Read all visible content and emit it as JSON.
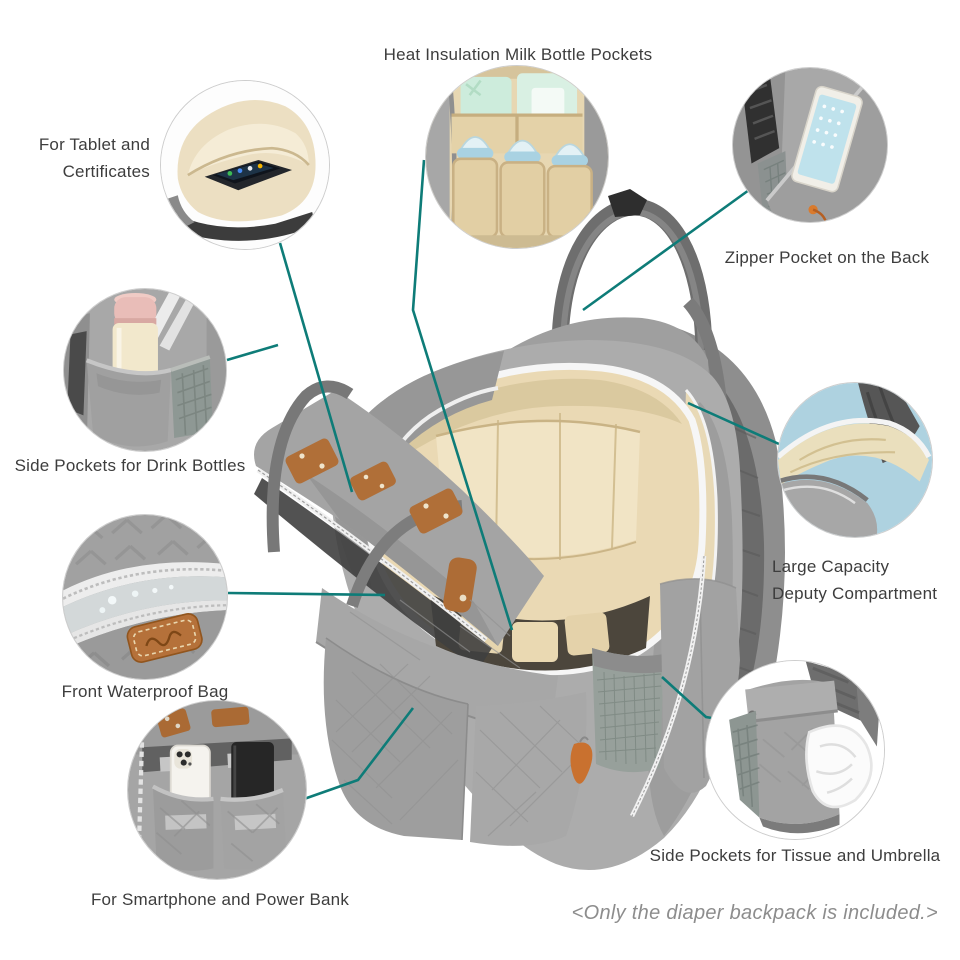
{
  "colors": {
    "accent_teal": "#0E7C78",
    "label_text": "#3D3D3D",
    "note_text": "#8D8D8D",
    "circle_border": "#CDCDCD",
    "bag_gray": "#A8A8A8",
    "bag_lining_cream": "#EAD9B4",
    "leather_brown": "#B06F38"
  },
  "callouts": {
    "milk_bottles": {
      "label": "Heat Insulation Milk Bottle Pockets",
      "icon": "milk-bottle-pockets-photo"
    },
    "tablet": {
      "line1": "For Tablet and",
      "line2": "Certificates",
      "icon": "tablet-pocket-photo"
    },
    "zipper_back": {
      "label": "Zipper Pocket on the Back",
      "icon": "back-zipper-pocket-photo"
    },
    "drink": {
      "label": "Side Pockets for Drink Bottles",
      "icon": "drink-bottle-side-pocket-photo"
    },
    "deputy": {
      "line1": "Large Capacity",
      "line2": "Deputy Compartment",
      "icon": "deputy-compartment-photo"
    },
    "waterproof": {
      "label": "Front Waterproof Bag",
      "icon": "front-waterproof-bag-photo"
    },
    "smartphone": {
      "label": "For Smartphone and Power Bank",
      "icon": "smartphone-power-bank-pocket-photo"
    },
    "tissue": {
      "label": "Side Pockets for Tissue and Umbrella",
      "icon": "tissue-umbrella-side-pocket-photo"
    }
  },
  "footer": {
    "note": "<Only the diaper backpack is included.>"
  }
}
